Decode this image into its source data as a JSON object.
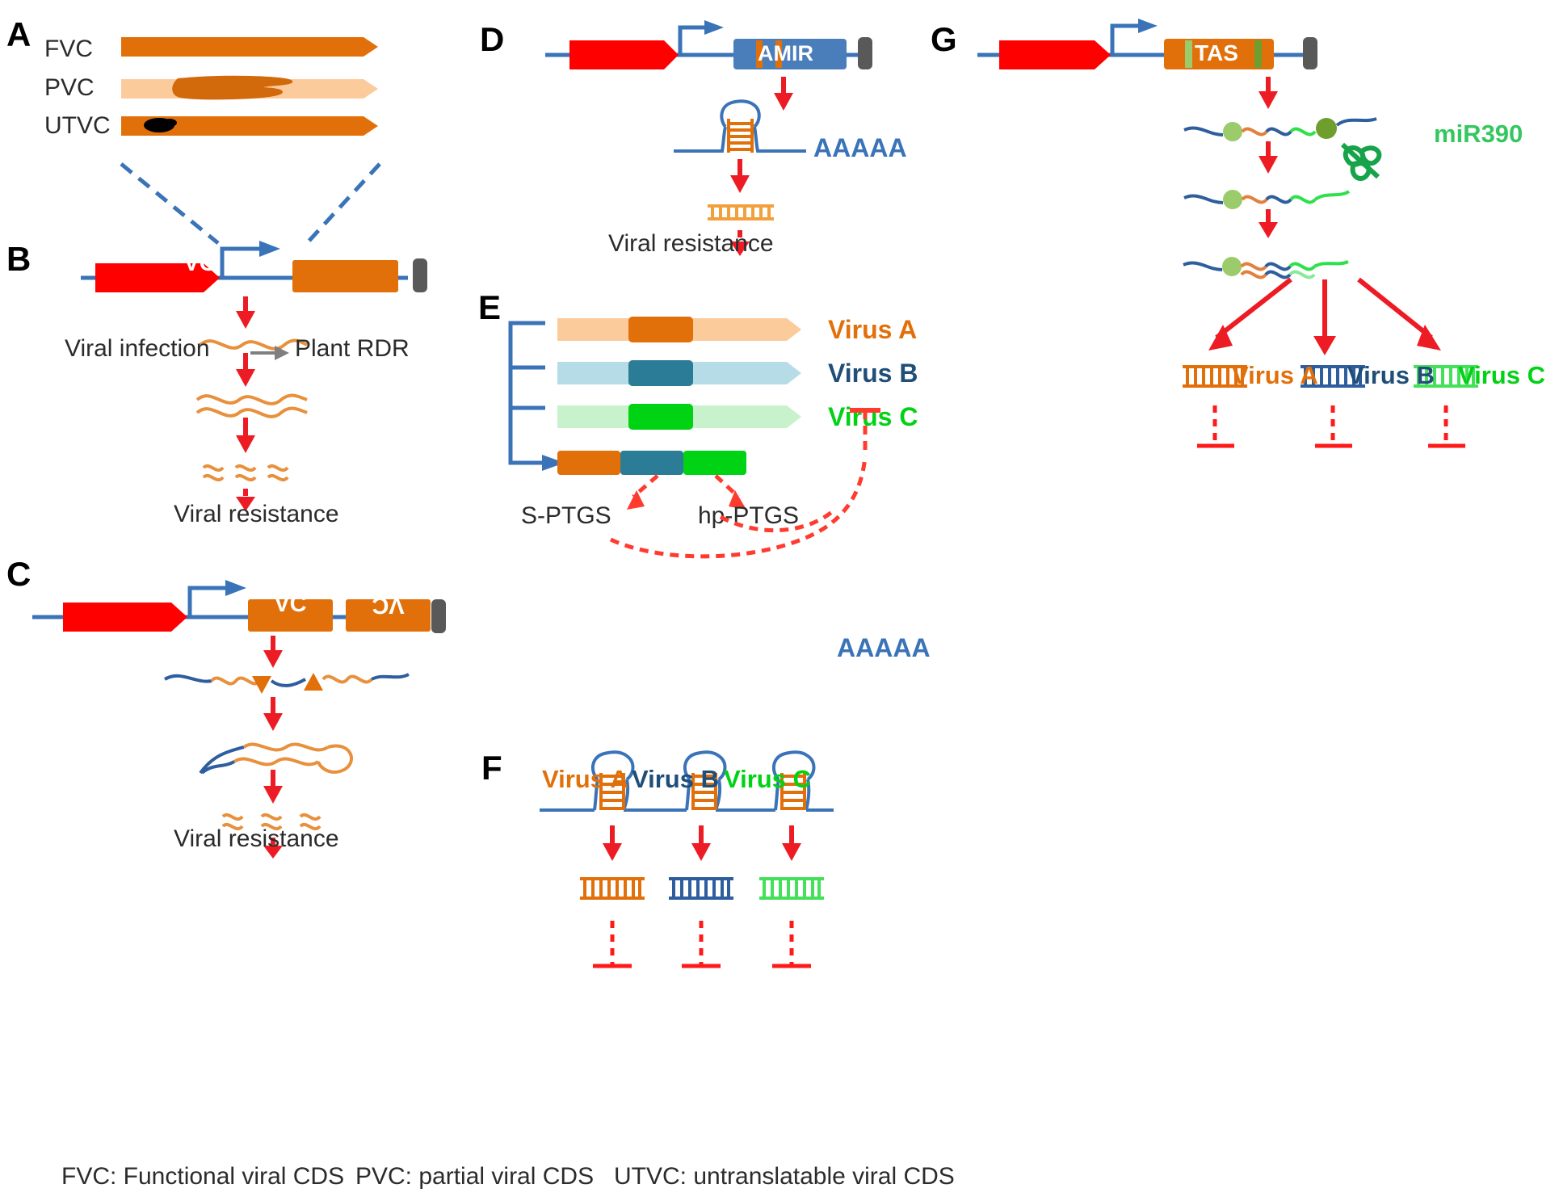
{
  "figure": {
    "panels": [
      "A",
      "B",
      "C",
      "D",
      "E",
      "F",
      "G"
    ]
  },
  "colors": {
    "orange": "#E2700A",
    "orange_dark": "#D2690A",
    "orange_light": "#FBCB9C",
    "orange_wave": "#E8903C",
    "red": "#FF0000",
    "red_arrow": "#ED1C24",
    "blue": "#3A73B8",
    "blue_dark": "#2E5E9E",
    "blue_teal": "#2B7C96",
    "blue_light": "#B6DCE8",
    "navy": "#1F4E79",
    "green": "#00D214",
    "green_light": "#C8F2CC",
    "green_dark": "#17A34A",
    "green_olive": "#8CB23C",
    "grey": "#595959",
    "black": "#000000",
    "text": "#2B2B2B"
  },
  "panelA": {
    "letter": "A",
    "rows": [
      {
        "label": "FVC",
        "type": "full-viral-cds"
      },
      {
        "label": "PVC",
        "type": "partial-viral-cds"
      },
      {
        "label": "UTVC",
        "type": "untranslatable-viral-cds"
      }
    ]
  },
  "panelB": {
    "letter": "B",
    "construct_label": "VC",
    "viral_infection_label": "Viral infection",
    "plant_rdr_label": "Plant RDR",
    "outcome": "Viral resistance"
  },
  "panelC": {
    "letter": "C",
    "construct_label_forward": "VC",
    "construct_label_reverse": "VC",
    "outcome": "Viral resistance"
  },
  "panelD": {
    "letter": "D",
    "construct_label": "AMIR",
    "polyA_label": "AAAAA",
    "outcome": "Viral resistance"
  },
  "panelE": {
    "letter": "E",
    "viruses": [
      {
        "name": "Virus A",
        "color": "#E2700A",
        "bar_light": "#FBCB9C",
        "bar_dark": "#E2700A"
      },
      {
        "name": "Virus B",
        "color": "#1F4E79",
        "bar_light": "#B6DCE8",
        "bar_dark": "#2B7C96"
      },
      {
        "name": "Virus C",
        "color": "#00D214",
        "bar_light": "#C8F2CC",
        "bar_dark": "#00D214"
      }
    ],
    "chimera_segments": [
      "#E2700A",
      "#2B7C96",
      "#00D214"
    ],
    "pathways": [
      "S-PTGS",
      "hp-PTGS"
    ]
  },
  "panelF": {
    "letter": "F",
    "polyA_label": "AAAAA",
    "hairpin_count": 3,
    "viruses": [
      {
        "name": "Virus A",
        "color": "#E2700A"
      },
      {
        "name": "Virus B",
        "color": "#1F4E79"
      },
      {
        "name": "Virus C",
        "color": "#00D214"
      }
    ]
  },
  "panelG": {
    "letter": "G",
    "construct_label": "TAS",
    "mirna_label": "miR390",
    "viruses": [
      {
        "name": "Virus A",
        "color": "#E2700A"
      },
      {
        "name": "Virus B",
        "color": "#1F4E79"
      },
      {
        "name": "Virus C",
        "color": "#00D214"
      }
    ]
  },
  "legend": {
    "items": [
      "FVC: Functional viral CDS",
      "PVC: partial viral CDS",
      "UTVC:  untranslatable viral CDS"
    ]
  }
}
